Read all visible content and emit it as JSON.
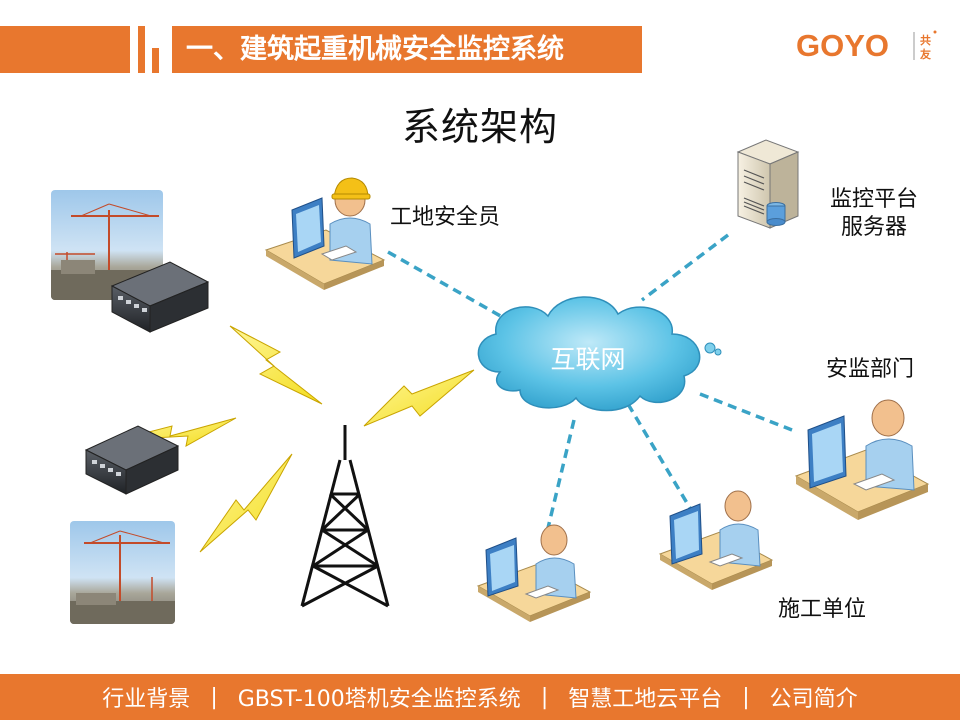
{
  "header": {
    "title": "一、建筑起重机械安全监控系统",
    "logo_text": "GOYO",
    "logo_subtext": "共友",
    "accent_color": "#e8772e"
  },
  "diagram": {
    "title": "系统架构",
    "center_label": "互联网",
    "labels": {
      "site_safety_officer": "工地安全员",
      "monitor_server_line1": "监控平台",
      "monitor_server_line2": "服务器",
      "safety_supervision": "安监部门",
      "construction_unit": "施工单位"
    },
    "icons": [
      "worker-helmet-icon",
      "server-icon",
      "cloud-icon",
      "cell-tower-icon",
      "lightning-icon",
      "computer-user-icon",
      "monitor-device-icon",
      "crane-photo"
    ]
  },
  "footer": {
    "items": [
      "行业背景",
      "GBST-100塔机安全监控系统",
      "智慧工地云平台",
      "公司简介"
    ],
    "sep1": "|",
    "sep2": "|",
    "sep3": "|"
  }
}
